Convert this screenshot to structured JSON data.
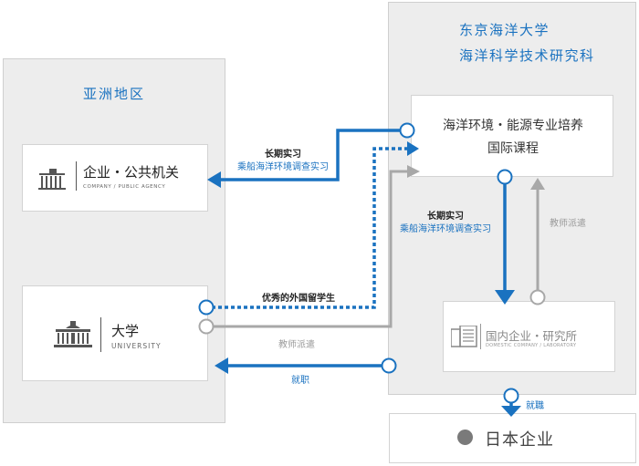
{
  "regions": {
    "asia": {
      "title": "亚洲地区"
    },
    "tokyo": {
      "title_line1": "东京海洋大学",
      "title_line2": "海洋科学技术研究科"
    }
  },
  "nodes": {
    "enterprise_public": {
      "title": "企业・公共机关",
      "subtitle": "COMPANY / PUBLIC AGENCY"
    },
    "university": {
      "title": "大学",
      "subtitle": "UNIVERSITY"
    },
    "program": {
      "line1": "海洋环境・能源专业培养",
      "line2": "国际课程"
    },
    "domestic": {
      "title": "国内企业・研究所",
      "subtitle": "DOMESTIC COMPANY / LABORATORY"
    },
    "japan_company": {
      "title": "日本企业"
    }
  },
  "labels": {
    "long_intern_1": "长期实习",
    "ship_survey_1": "乘船海洋环境调查实习",
    "long_intern_2": "长期实习",
    "ship_survey_2": "乘船海洋环境调查实习",
    "excellent_students": "优秀的外国留学生",
    "teacher_dispatch_1": "教师派遣",
    "teacher_dispatch_2": "教师派遣",
    "employment": "就职",
    "employment_2": "就職"
  },
  "colors": {
    "blue": "#1a72c0",
    "gray": "#a8a8a8",
    "panel": "#ededed",
    "text_blue": "#1a72c0"
  }
}
